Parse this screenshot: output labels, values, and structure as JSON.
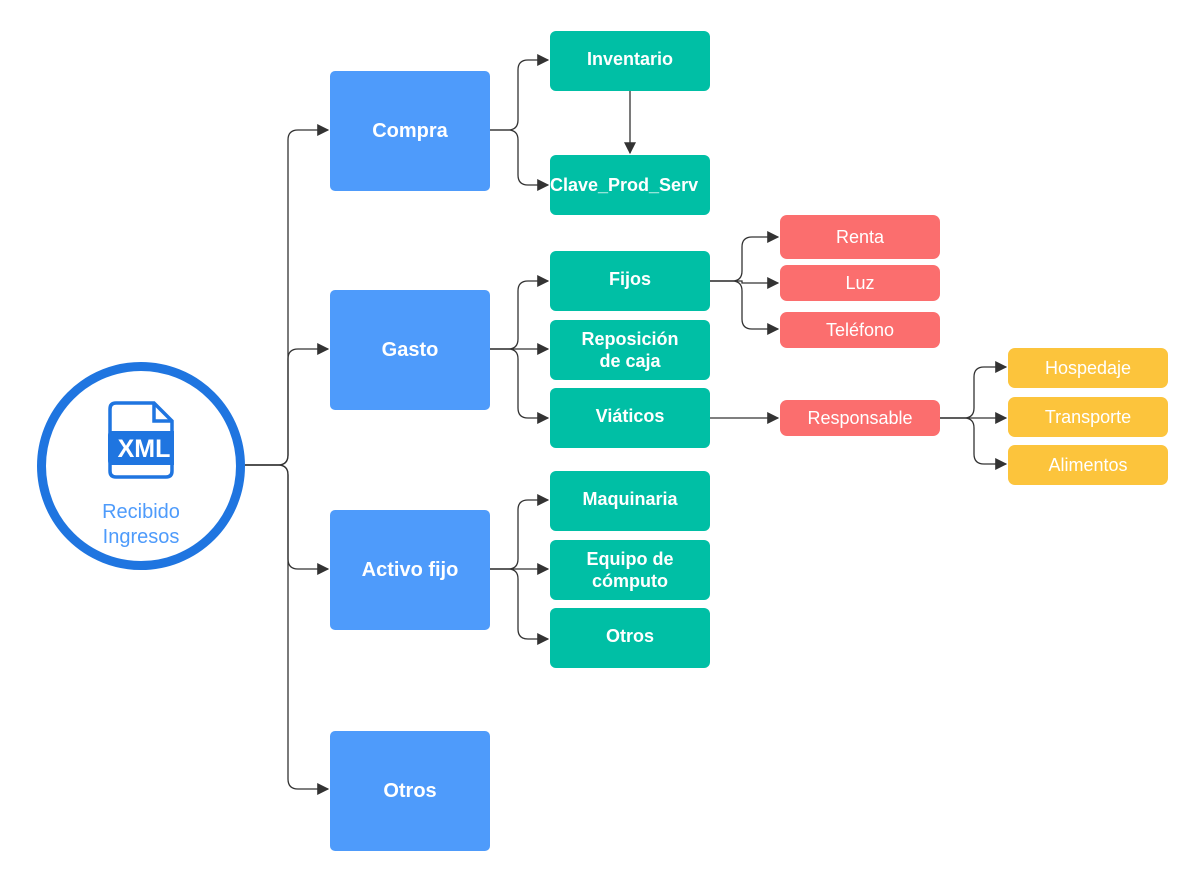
{
  "root": {
    "icon": "xml-file-icon",
    "icon_text": "XML",
    "label": "Recibido\nIngresos"
  },
  "categories": {
    "compra": "Compra",
    "gasto": "Gasto",
    "activo_fijo": "Activo fijo",
    "otros": "Otros"
  },
  "compra_children": {
    "inventario": "Inventario",
    "clave": "Clave_Prod_Serv"
  },
  "gasto_children": {
    "fijos": "Fijos",
    "reposicion": "Reposición\nde caja",
    "viaticos": "Viáticos"
  },
  "fijos_children": {
    "renta": "Renta",
    "luz": "Luz",
    "telefono": "Teléfono"
  },
  "viaticos_children": {
    "responsable": "Responsable"
  },
  "responsable_children": {
    "hospedaje": "Hospedaje",
    "transporte": "Transporte",
    "alimentos": "Alimentos"
  },
  "activo_children": {
    "maquinaria": "Maquinaria",
    "equipo": "Equipo de\ncómputo",
    "otros": "Otros"
  },
  "colors": {
    "root_ring": "#1f75e0",
    "category": "#4e9bfb",
    "subcategory": "#00bfa5",
    "detail_red": "#fb6e6e",
    "detail_yellow": "#fcc43c",
    "connector": "#333333"
  }
}
